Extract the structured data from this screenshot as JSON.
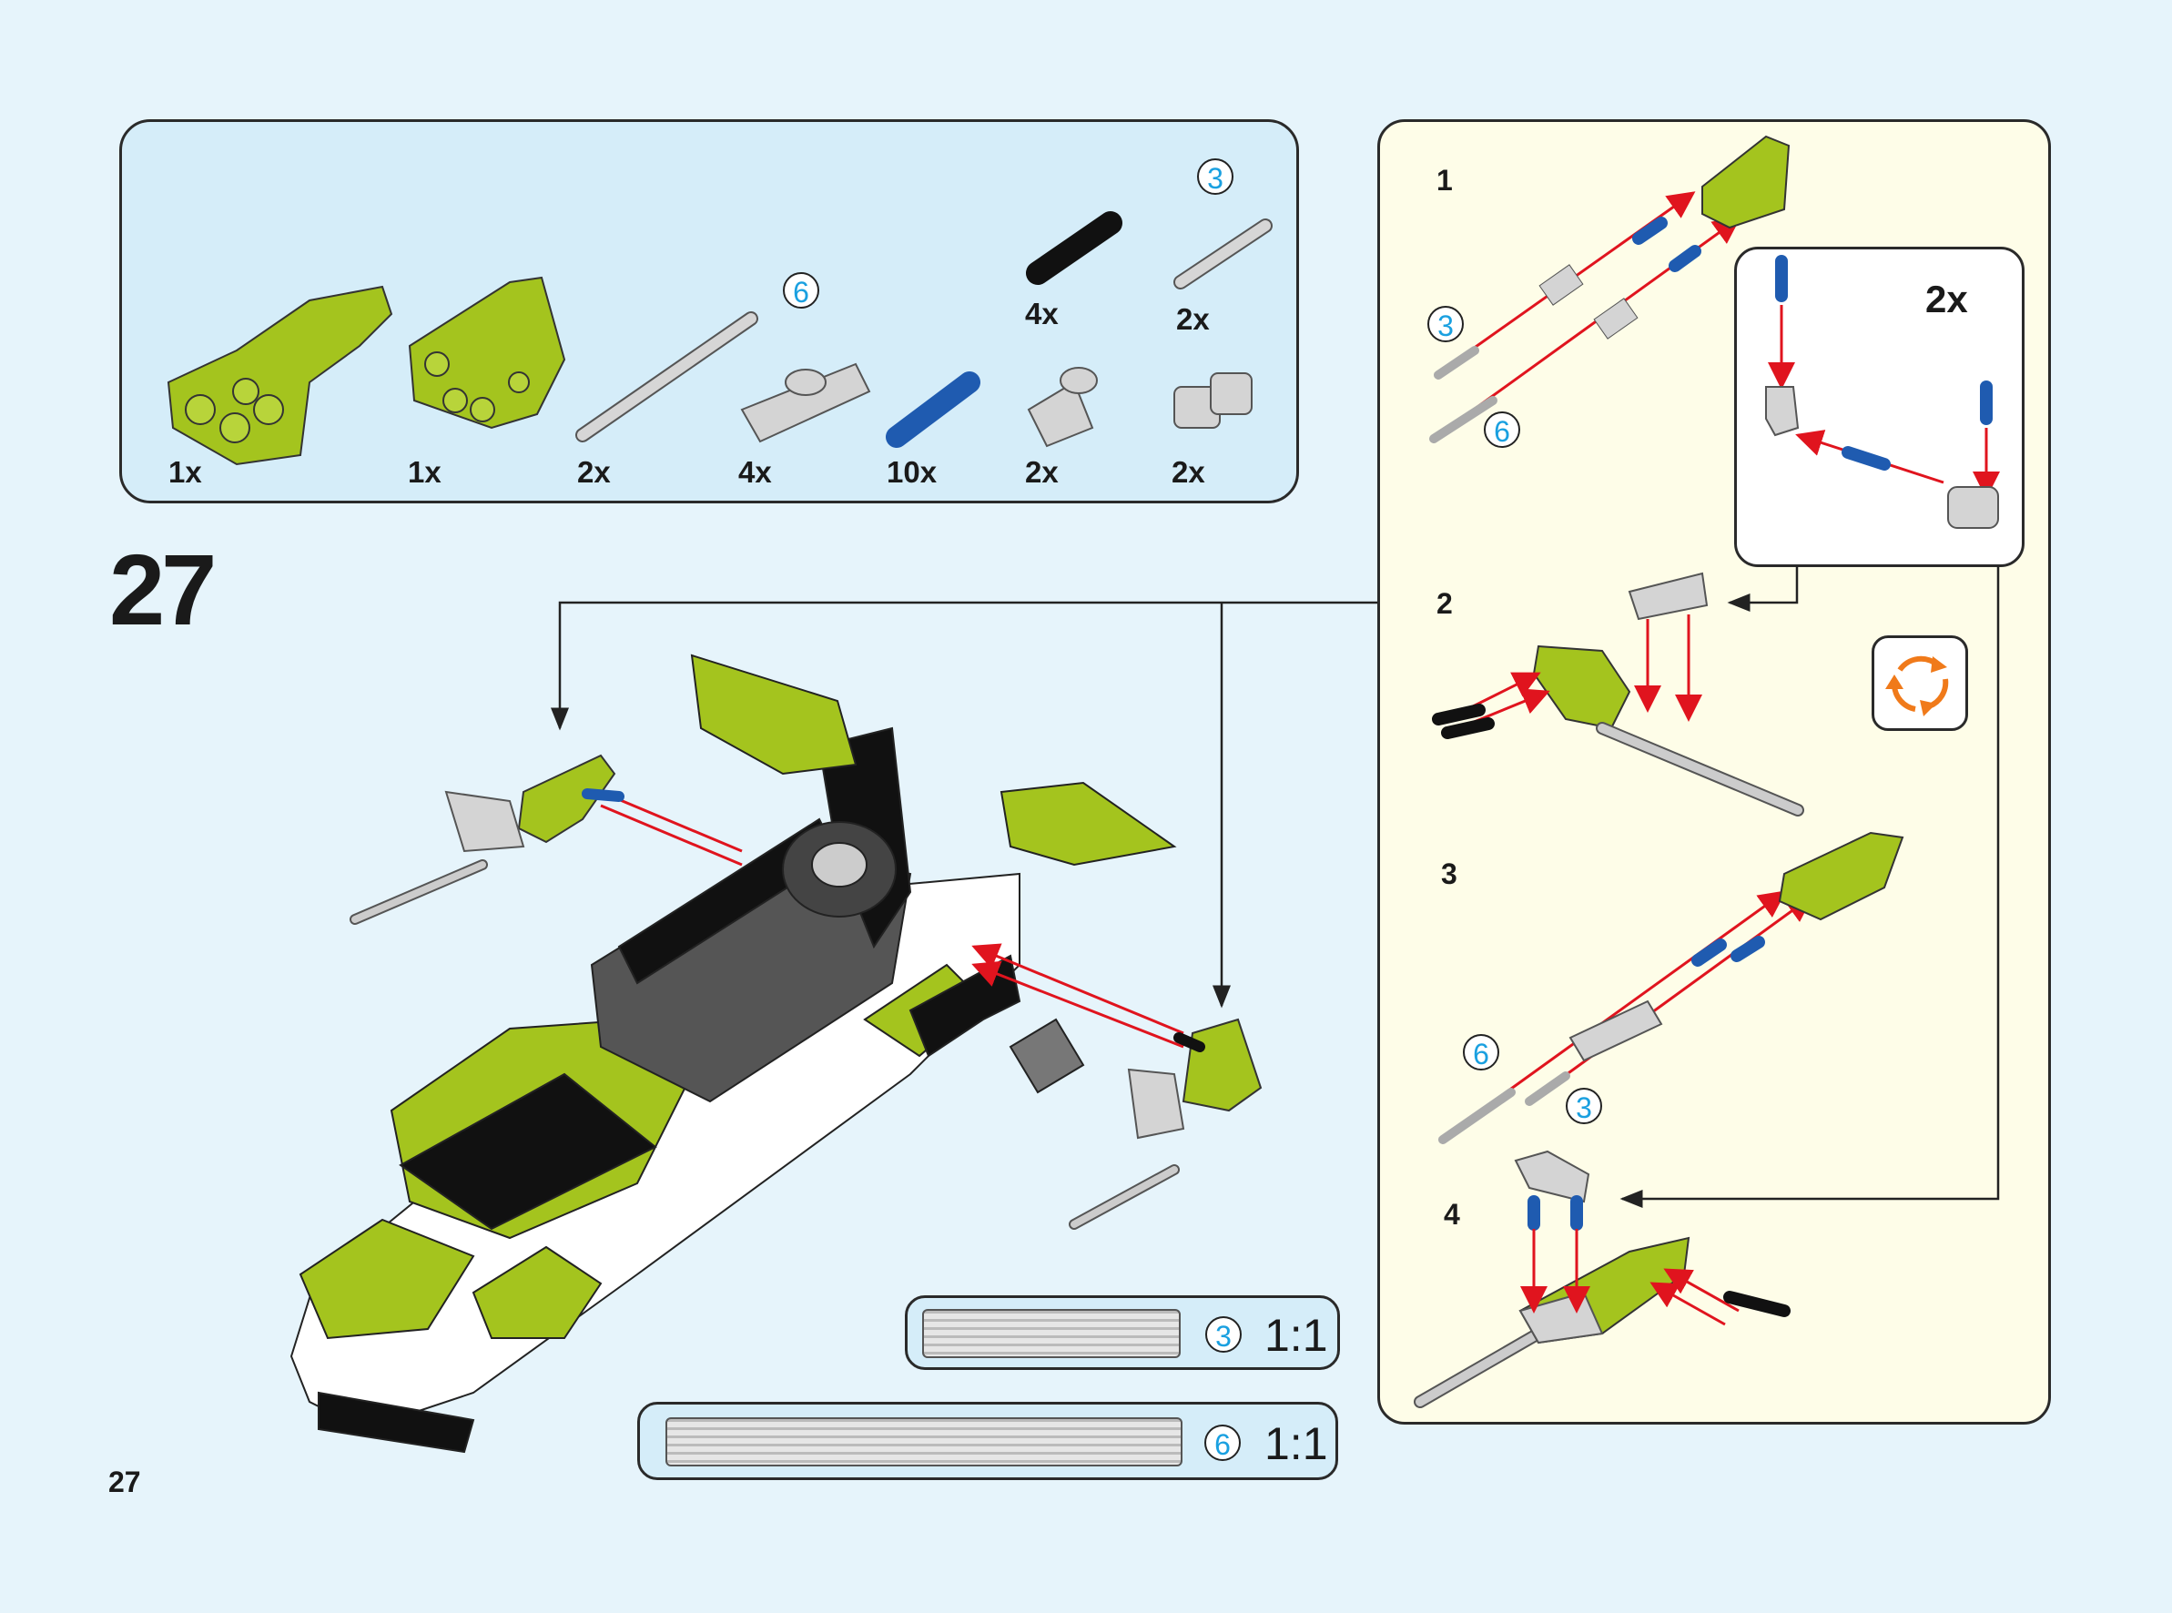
{
  "step_number": "27",
  "page_number": "27",
  "parts": {
    "items": [
      {
        "name": "lime-panel-left",
        "qty": "1x"
      },
      {
        "name": "lime-panel-right",
        "qty": "1x"
      },
      {
        "name": "axle-6",
        "qty": "2x",
        "size": "6"
      },
      {
        "name": "axle-connector",
        "qty": "4x"
      },
      {
        "name": "blue-axle-pin",
        "qty": "10x"
      },
      {
        "name": "angle-connector",
        "qty": "2x"
      },
      {
        "name": "cross-block",
        "qty": "2x"
      },
      {
        "name": "black-friction-pin",
        "qty": "4x"
      },
      {
        "name": "axle-3",
        "qty": "2x",
        "size": "3"
      }
    ]
  },
  "substeps": {
    "step1": {
      "label": "1",
      "axle_a": "3",
      "axle_b": "6"
    },
    "inset": {
      "qty": "2x"
    },
    "step2": {
      "label": "2"
    },
    "step3": {
      "label": "3",
      "axle_a": "6",
      "axle_b": "3"
    },
    "step4": {
      "label": "4"
    }
  },
  "scale_guides": [
    {
      "size": "3",
      "ratio": "1:1"
    },
    {
      "size": "6",
      "ratio": "1:1"
    }
  ],
  "colors": {
    "lime": "#a4c41e",
    "blue": "#1f5bb0",
    "arrow": "#e0141e",
    "rotate": "#f07a1a"
  }
}
